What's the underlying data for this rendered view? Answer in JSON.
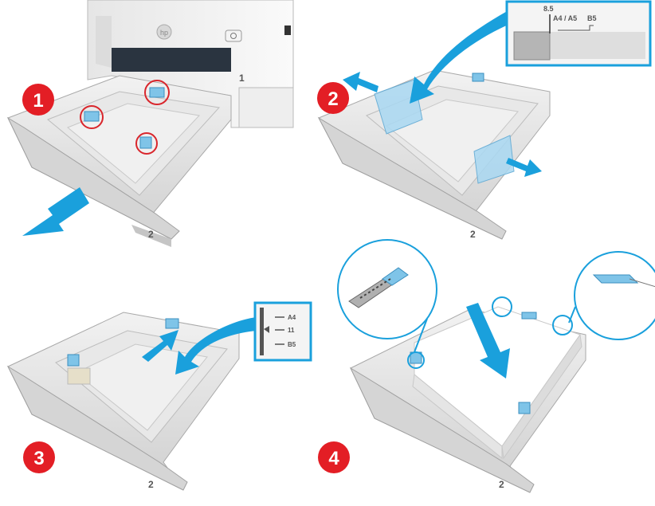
{
  "steps": [
    {
      "number": "1"
    },
    {
      "number": "2"
    },
    {
      "number": "3"
    },
    {
      "number": "4"
    }
  ],
  "printer": {
    "tray_label": "1",
    "power_icon": "power-icon"
  },
  "tray_label": "2",
  "callout_step2": {
    "size_main": "8.5",
    "size_a4": "A4 / A5",
    "size_b5": "B5"
  },
  "callout_step3": {
    "size_a4": "A4",
    "size_11": "11",
    "size_b5": "B5"
  },
  "colors": {
    "step_badge": "#e31e25",
    "arrow": "#1aa0dc",
    "callout_border": "#1aa0dc",
    "highlight_ring": "#d9262c",
    "guide_blue": "#7fc4e8"
  }
}
